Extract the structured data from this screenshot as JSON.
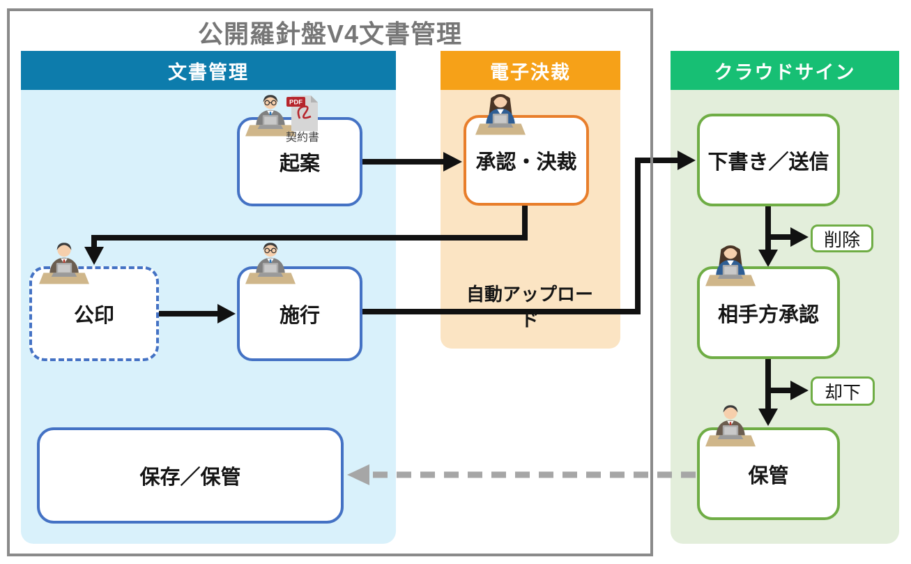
{
  "title": "公開羅針盤V4文書管理",
  "columns": [
    {
      "id": "bunsho",
      "label": "文書管理",
      "header_color": "#0d7cac",
      "bg_color": "#d9f1fb"
    },
    {
      "id": "denshi",
      "label": "電子決裁",
      "header_color": "#f6a118",
      "bg_color": "#fbe4c3"
    },
    {
      "id": "cloud",
      "label": "クラウドサイン",
      "header_color": "#17bf74",
      "bg_color": "#e3eedb"
    }
  ],
  "nodes": {
    "kian": {
      "label": "起案",
      "column": "文書管理",
      "border_color": "#4472c4",
      "border_style": "solid"
    },
    "shonin": {
      "label": "承認・決裁",
      "column": "電子決裁",
      "border_color": "#e87e2b",
      "border_style": "solid"
    },
    "shitagaki": {
      "label": "下書き／送信",
      "column": "クラウドサイン",
      "border_color": "#6fad45",
      "border_style": "solid"
    },
    "sakujo": {
      "label": "削除",
      "column": "クラウドサイン",
      "border_color": "#6fad45",
      "border_style": "solid"
    },
    "koin": {
      "label": "公印",
      "column": "文書管理",
      "border_color": "#4472c4",
      "border_style": "dashed"
    },
    "shiko": {
      "label": "施行",
      "column": "文書管理",
      "border_color": "#4472c4",
      "border_style": "solid"
    },
    "aitekata": {
      "label": "相手方承認",
      "column": "クラウドサイン",
      "border_color": "#6fad45",
      "border_style": "solid"
    },
    "kyakka": {
      "label": "却下",
      "column": "クラウドサイン",
      "border_color": "#6fad45",
      "border_style": "solid"
    },
    "hokan": {
      "label": "保管",
      "column": "クラウドサイン",
      "border_color": "#6fad45",
      "border_style": "solid"
    },
    "hozon": {
      "label": "保存／保管",
      "column": "文書管理",
      "border_color": "#4472c4",
      "border_style": "solid"
    }
  },
  "annotations": {
    "auto_upload": "自動アップロード",
    "contract_label": "契約書",
    "pdf_badge": "PDF"
  },
  "flows": [
    {
      "from": "起案",
      "to": "承認・決裁",
      "style": "solid-black"
    },
    {
      "from": "承認・決裁",
      "to": "公印",
      "style": "solid-black"
    },
    {
      "from": "公印",
      "to": "施行",
      "style": "solid-black"
    },
    {
      "from": "施行",
      "to": "下書き／送信",
      "style": "solid-black",
      "label": "自動アップロード"
    },
    {
      "from": "下書き／送信",
      "to": "相手方承認",
      "style": "solid-black"
    },
    {
      "from": "下書き／送信",
      "to": "削除",
      "style": "solid-black"
    },
    {
      "from": "相手方承認",
      "to": "保管",
      "style": "solid-black"
    },
    {
      "from": "相手方承認",
      "to": "却下",
      "style": "solid-black"
    },
    {
      "from": "保管",
      "to": "保存／保管",
      "style": "dashed-gray"
    }
  ],
  "icons": {
    "kian": "person-man-glasses-laptop-icon",
    "shonin": "person-woman-laptop-icon",
    "koin": "person-man-laptop-icon",
    "shiko": "person-man-glasses-laptop-icon",
    "aitekata": "person-woman-laptop-icon",
    "hokan": "person-man-laptop-icon",
    "document": "pdf-contract-icon"
  },
  "colors": {
    "frame": "#8a8a8a",
    "title_text": "#767676",
    "arrow_black": "#111111",
    "arrow_dashed_gray": "#a6a6a6",
    "blue_border": "#4472c4",
    "orange_border": "#e87e2b",
    "green_border": "#6fad45"
  }
}
